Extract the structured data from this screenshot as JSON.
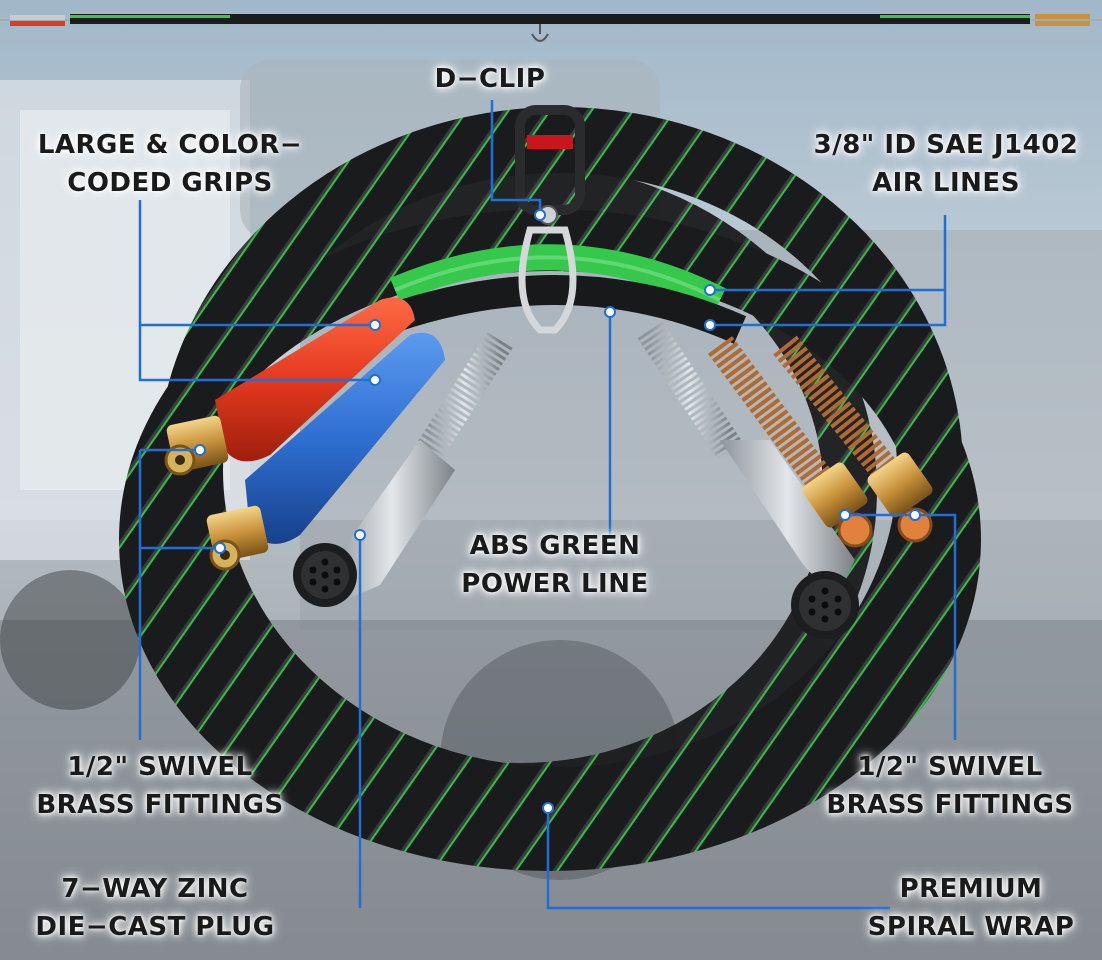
{
  "colors": {
    "leader_line": "#1f6fd6",
    "hose_black": "#151617",
    "abs_green": "#35c84b",
    "red_grip": "#e4391f",
    "blue_grip": "#2f6fd1",
    "brass": "#c9913b",
    "copper_spring": "#b36a2e",
    "steel_spring": "#c7ccd1"
  },
  "icons": [
    "d-clip-icon",
    "gladhand-fitting-icon",
    "seven-way-plug-icon"
  ],
  "callouts": {
    "d_clip": {
      "line1": "D−CLIP"
    },
    "grips": {
      "line1": "LARGE & COLOR−",
      "line2": "CODED GRIPS"
    },
    "air_lines": {
      "line1": "3/8\" ID SAE J1402",
      "line2": "AIR LINES"
    },
    "abs_power": {
      "line1": "ABS GREEN",
      "line2": "POWER LINE"
    },
    "brass_left": {
      "line1": "1/2\" SWIVEL",
      "line2": "BRASS FITTINGS"
    },
    "brass_right": {
      "line1": "1/2\" SWIVEL",
      "line2": "BRASS FITTINGS"
    },
    "plug": {
      "line1": "7−WAY ZINC",
      "line2": "DIE−CAST PLUG"
    },
    "wrap": {
      "line1": "PREMIUM",
      "line2": "SPIRAL WRAP"
    }
  }
}
